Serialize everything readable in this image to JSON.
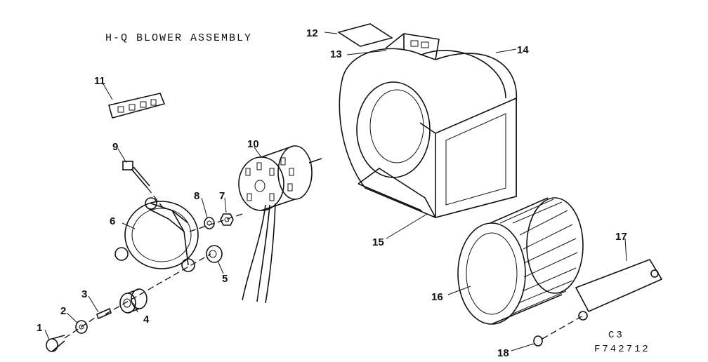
{
  "title": "H-Q BLOWER ASSEMBLY",
  "corner_code": "C3",
  "figure_code": "F742712",
  "callouts": [
    "1",
    "2",
    "3",
    "4",
    "5",
    "6",
    "7",
    "8",
    "9",
    "10",
    "11",
    "12",
    "13",
    "14",
    "15",
    "16",
    "17",
    "18"
  ]
}
